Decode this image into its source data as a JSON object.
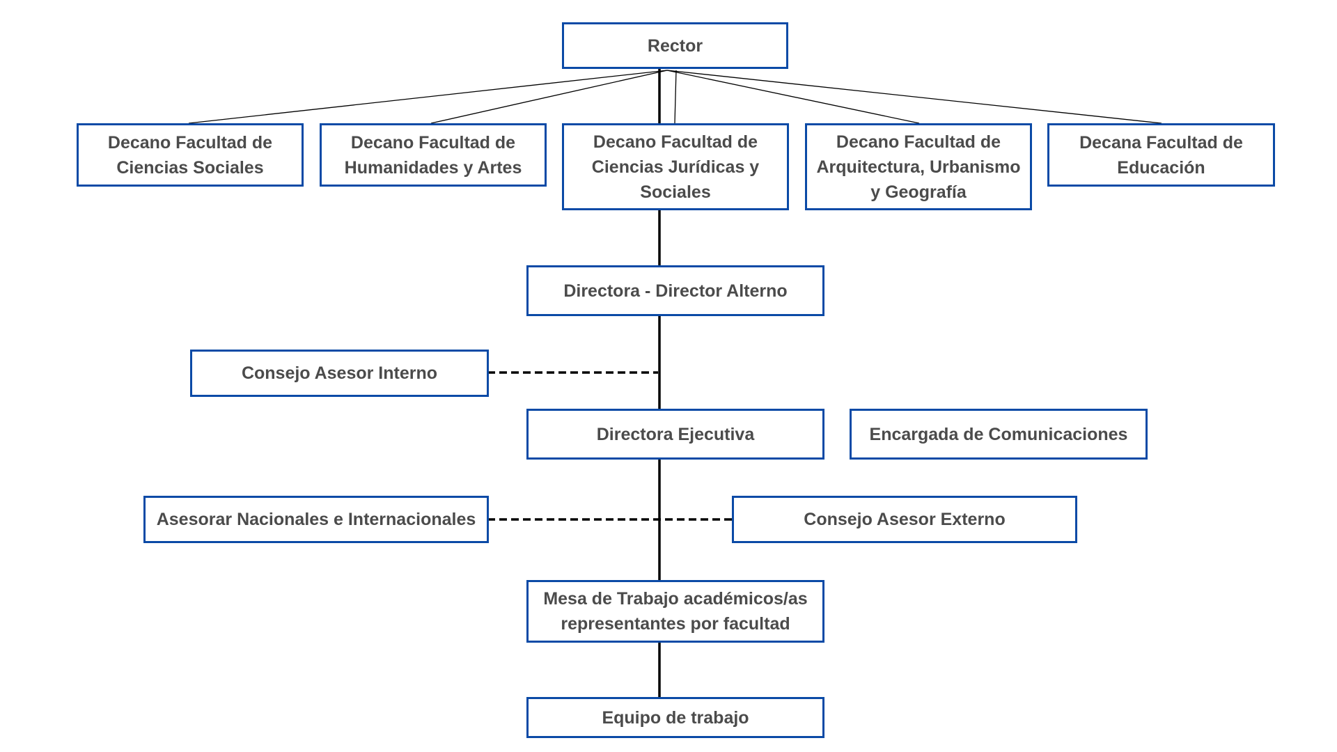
{
  "colors": {
    "box_border": "#0b4aa6",
    "box_text": "#4b4b4b",
    "connector": "#000000",
    "background": "#ffffff"
  },
  "nodes": {
    "rector": "Rector",
    "decano_ciencias_sociales": "Decano Facultad de Ciencias Sociales",
    "decano_humanidades": "Decano Facultad de Humanidades y Artes",
    "decano_juridicas": "Decano Facultad de Ciencias Jurídicas y Sociales",
    "decano_arquitectura": "Decano Facultad de Arquitectura, Urbanismo y Geografía",
    "decana_educacion": "Decana Facultad de Educación",
    "directora_alterno": "Directora - Director Alterno",
    "consejo_interno": "Consejo Asesor Interno",
    "directora_ejecutiva": "Directora Ejecutiva",
    "encargada_comunicaciones": "Encargada de Comunicaciones",
    "asesorar_nacionales": "Asesorar Nacionales e Internacionales",
    "consejo_externo": "Consejo Asesor Externo",
    "mesa_trabajo": "Mesa de Trabajo académicos/as representantes por facultad",
    "equipo_trabajo": "Equipo de trabajo"
  }
}
